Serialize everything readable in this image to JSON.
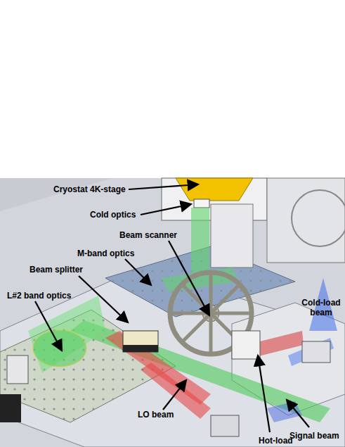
{
  "diagram": {
    "labels": [
      "Cryostat 4K-stage",
      "Cold optics",
      "Beam scanner",
      "M-band optics",
      "Beam splitter",
      "L#2 band optics",
      "Cold-load beam",
      "LO beam",
      "Hot-load",
      "Signal beam"
    ]
  }
}
